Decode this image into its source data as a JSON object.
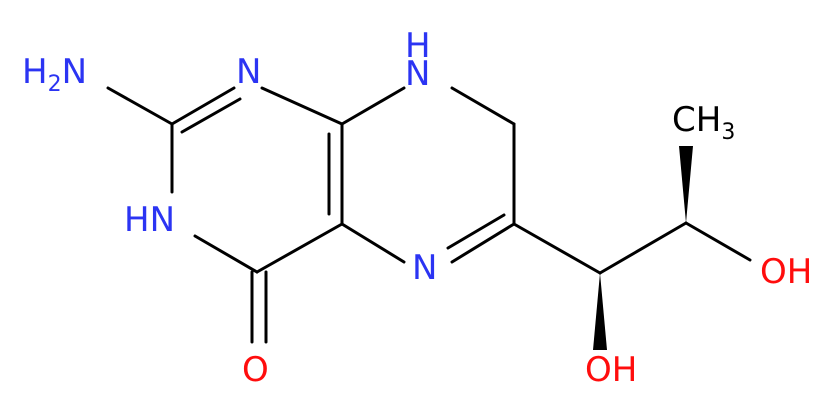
{
  "molecule": {
    "atoms": {
      "amino_n": {
        "symbol": "N",
        "prefix": "H",
        "subscript": "2"
      },
      "ring_n1": {
        "symbol": "N"
      },
      "ring_nh3": {
        "symbol": "N",
        "prefix": "H"
      },
      "carbonyl_o": {
        "symbol": "O"
      },
      "ring_n5": {
        "symbol": "N"
      },
      "ring_nh8": {
        "symbol": "N",
        "prefix": "H"
      },
      "hydroxyl_o1": {
        "symbol": "O",
        "suffix": "H"
      },
      "hydroxyl_o2": {
        "symbol": "O",
        "suffix": "H"
      },
      "methyl_c": {
        "symbol": "C",
        "suffix": "H",
        "subscript": "3"
      }
    },
    "colors": {
      "nitrogen": "#2b34f3",
      "oxygen": "#ff0d0d",
      "carbon": "#000000",
      "bond": "#000000"
    }
  }
}
